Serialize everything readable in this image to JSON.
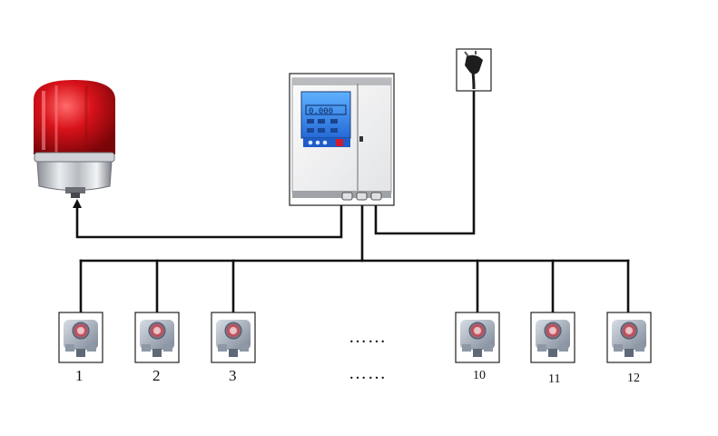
{
  "diagram": {
    "alarm_light": {
      "icon": "rotating-beacon-light-icon",
      "color": "#c8161a"
    },
    "controller": {
      "icon": "gas-alarm-controller-icon",
      "display_color": "#2f7fe6",
      "display_readout": "0.000"
    },
    "power_plug": {
      "icon": "power-plug-icon"
    },
    "detectors": [
      {
        "label": "1",
        "icon": "gas-detector-icon"
      },
      {
        "label": "2",
        "icon": "gas-detector-icon"
      },
      {
        "label": "3",
        "icon": "gas-detector-icon"
      },
      {
        "label": "10",
        "icon": "gas-detector-icon"
      },
      {
        "label": "11",
        "icon": "gas-detector-icon"
      },
      {
        "label": "12",
        "icon": "gas-detector-icon"
      }
    ],
    "ellipsis_top": "……",
    "ellipsis_bottom": "……"
  }
}
